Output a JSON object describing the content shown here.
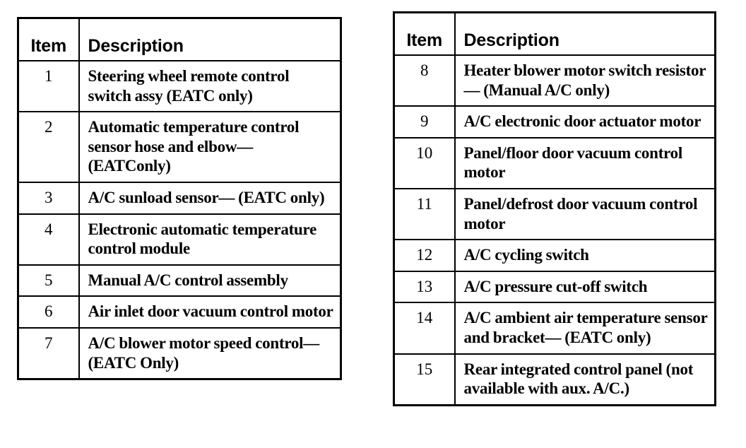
{
  "document": {
    "kind": "parts-legend-tables",
    "table_count": 2,
    "total_items": 15
  },
  "tables": [
    {
      "id": "left",
      "columns": {
        "item": "Item",
        "description": "Description"
      },
      "rows": [
        {
          "item": "1",
          "description": "Steering wheel remote control switch assy (EATC only)"
        },
        {
          "item": "2",
          "description": "Automatic temperature control sensor hose and elbow— (EATConly)"
        },
        {
          "item": "3",
          "description": "A/C sunload sensor— (EATC only)"
        },
        {
          "item": "4",
          "description": "Electronic automatic temperature control module"
        },
        {
          "item": "5",
          "description": "Manual A/C control assembly"
        },
        {
          "item": "6",
          "description": "Air inlet door vacuum control motor"
        },
        {
          "item": "7",
          "description": "A/C blower motor speed control— (EATC Only)"
        }
      ]
    },
    {
      "id": "right",
      "columns": {
        "item": "Item",
        "description": "Description"
      },
      "rows": [
        {
          "item": "8",
          "description": "Heater blower motor switch resistor— (Manual A/C only)"
        },
        {
          "item": "9",
          "description": "A/C electronic door actuator motor"
        },
        {
          "item": "10",
          "description": "Panel/floor door vacuum control motor"
        },
        {
          "item": "11",
          "description": "Panel/defrost door vacuum control motor"
        },
        {
          "item": "12",
          "description": "A/C cycling switch"
        },
        {
          "item": "13",
          "description": "A/C pressure cut-off switch"
        },
        {
          "item": "14",
          "description": "A/C ambient air temperature sensor and bracket— (EATC only)"
        },
        {
          "item": "15",
          "description": "Rear integrated control panel (not available with aux. A/C.)"
        }
      ]
    }
  ],
  "colors": {
    "ink": "#000000",
    "paper": "#ffffff"
  }
}
